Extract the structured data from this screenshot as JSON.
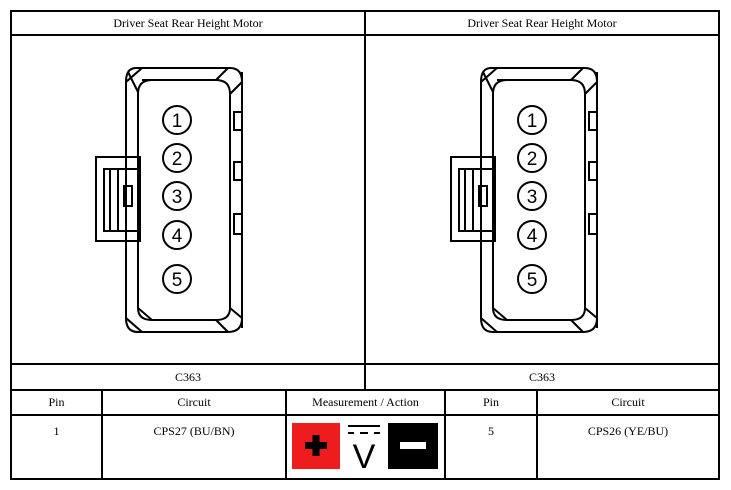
{
  "panels": [
    {
      "title": "Driver Seat Rear Height Motor",
      "connector": "C363"
    },
    {
      "title": "Driver Seat Rear Height Motor",
      "connector": "C363"
    }
  ],
  "connector_pins": [
    "1",
    "2",
    "3",
    "4",
    "5"
  ],
  "table": {
    "headers": [
      "Pin",
      "Circuit",
      "Measurement / Action",
      "Pin",
      "Circuit"
    ],
    "row": {
      "pin_a": "1",
      "circuit_a": "CPS27 (BU/BN)",
      "pin_b": "5",
      "circuit_b": "CPS26 (YE/BU)"
    }
  },
  "measurement": {
    "positive_color": "#ee1c1c",
    "negative_color": "#000000",
    "meter_symbol": "V",
    "icons": [
      "positive-probe-icon",
      "dc-voltage-icon",
      "negative-probe-icon"
    ]
  }
}
